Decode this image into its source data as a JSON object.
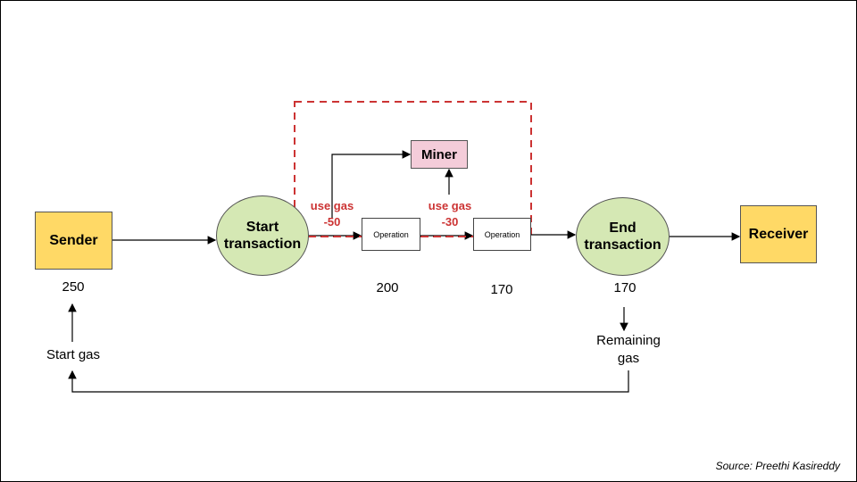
{
  "nodes": {
    "sender": "Sender",
    "start_transaction": "Start\ntransaction",
    "miner": "Miner",
    "operation_1": "Operation",
    "operation_2": "Operation",
    "end_transaction": "End\ntransaction",
    "receiver": "Receiver"
  },
  "values": {
    "sender_gas": "250",
    "after_op1": "200",
    "after_op2": "170",
    "end_gas": "170"
  },
  "gas_usage": {
    "first": "use gas\n-50",
    "second": "use gas\n-30"
  },
  "labels": {
    "start_gas": "Start gas",
    "remaining_gas": "Remaining\ngas"
  },
  "source": "Source: Preethi Kasireddy",
  "colors": {
    "sender_fill": "#ffd966",
    "transaction_fill": "#d5e8b4",
    "miner_fill": "#f4ccd9",
    "gas_red": "#cc3333"
  }
}
